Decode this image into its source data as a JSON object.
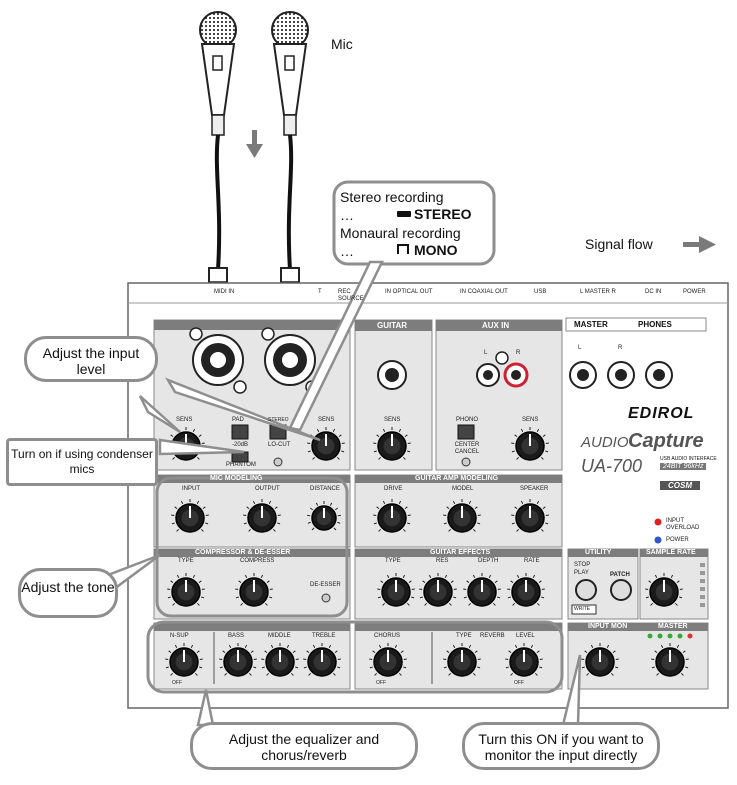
{
  "labels": {
    "mic": "Mic",
    "signal_flow": "Signal flow",
    "stereo_recording": "Stereo recording",
    "stereo_prefix": "…",
    "stereo_value": "STEREO",
    "monaural_recording": "Monaural recording",
    "mono_prefix": "…",
    "mono_value": "MONO"
  },
  "callouts": {
    "input_level": "Adjust the input level",
    "phantom": "Turn on if using condenser mics",
    "tone": "Adjust the tone",
    "eq": "Adjust the equalizer and chorus/reverb",
    "monitor": "Turn this ON if you want to monitor the input directly"
  },
  "device": {
    "top_jacks": [
      "MIDI IN",
      "T",
      "REC SOURCE",
      "IN OPTICAL OUT",
      "IN COAXIAL OUT",
      "USB",
      "L MASTER R",
      "DC IN",
      "POWER"
    ],
    "sections": {
      "guitar": "GUITAR",
      "aux_in": "AUX IN",
      "master": "MASTER",
      "phones": "PHONES",
      "mic_modeling": "MIC MODELING",
      "guitar_amp_modeling": "GUITAR AMP MODELING",
      "compressor": "COMPRESSOR & DE-ESSER",
      "guitar_effects": "GUITAR EFFECTS",
      "utility": "UTILITY",
      "sample_rate": "SAMPLE RATE",
      "input_mon": "INPUT MON",
      "master_bottom": "MASTER"
    },
    "knob_labels": {
      "sens": "SENS",
      "pad": "PAD",
      "minus20db": "-20dB",
      "phantom": "PHANTOM",
      "stereo": "STEREO",
      "locut": "LO-CUT",
      "phono": "PHONO",
      "center_cancel": "CENTER CANCEL",
      "input": "INPUT",
      "output": "OUTPUT",
      "distance": "DISTANCE",
      "drive": "DRIVE",
      "model": "MODEL",
      "speaker": "SPEAKER",
      "type": "TYPE",
      "compress": "COMPRESS",
      "de_esser": "DE-ESSER",
      "res": "RES",
      "depth": "DEPTH",
      "rate": "RATE",
      "stop": "STOP",
      "play": "PLAY",
      "write": "WRITE",
      "patch": "PATCH",
      "n_sup": "N-SUP",
      "bass": "BASS",
      "middle": "MIDDLE",
      "treble": "TREBLE",
      "chorus": "CHORUS",
      "reverb": "REVERB",
      "level": "LEVEL",
      "off": "OFF",
      "input_overload": "INPUT OVERLOAD",
      "power": "POWER",
      "l": "L",
      "r": "R"
    },
    "brand": "EDIROL",
    "product_audio": "AUDIO",
    "product_capture": "Capture",
    "model": "UA-700",
    "model_sub": "USB AUDIO INTERFACE",
    "spec": "24BIT 96kHz",
    "cosm": "COSM"
  }
}
